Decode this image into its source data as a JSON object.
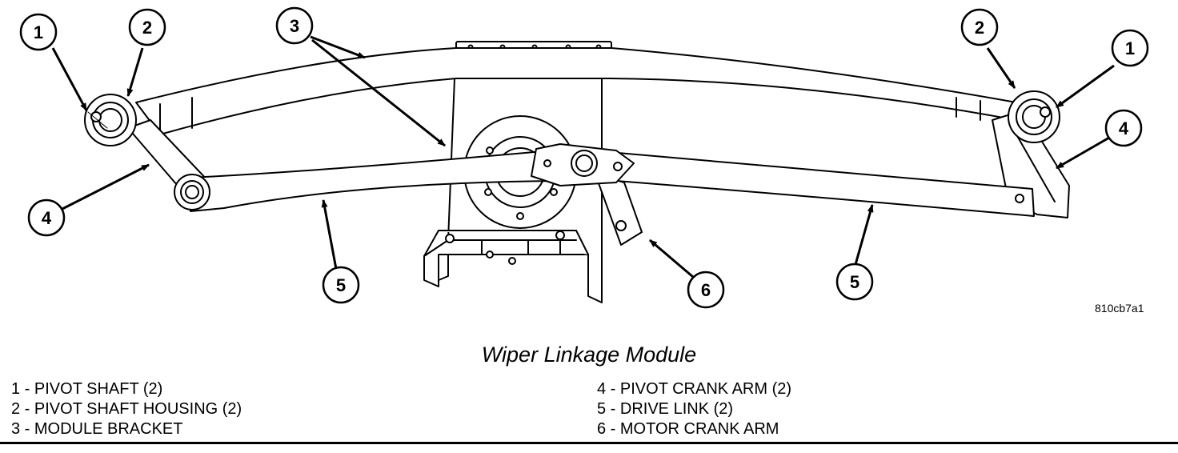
{
  "callouts": {
    "c1_left": "1",
    "c2_left": "2",
    "c3": "3",
    "c2_right": "2",
    "c1_right": "1",
    "c4_right": "4",
    "c4_left": "4",
    "c5_left": "5",
    "c6": "6",
    "c5_right": "5"
  },
  "figure_id": "810cb7a1",
  "caption": "Wiper Linkage Module",
  "legend": {
    "left": [
      "1 - PIVOT SHAFT (2)",
      "2 - PIVOT SHAFT HOUSING (2)",
      "3 - MODULE BRACKET"
    ],
    "right": [
      "4 - PIVOT CRANK ARM (2)",
      "5 - DRIVE LINK (2)",
      "6 - MOTOR CRANK ARM"
    ]
  }
}
